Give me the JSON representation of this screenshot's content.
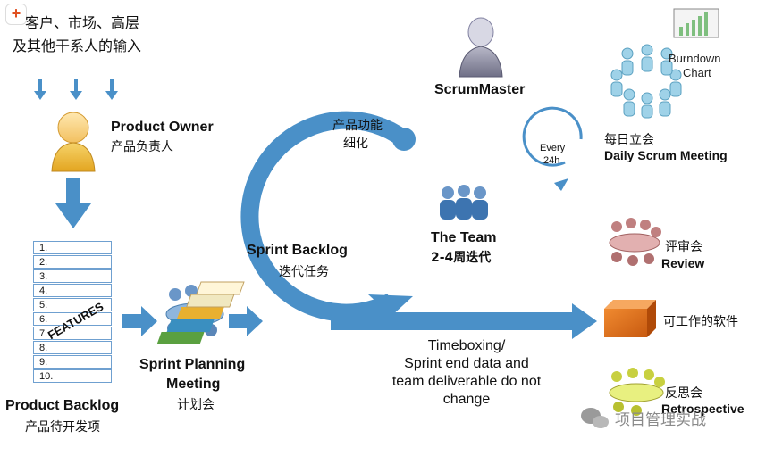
{
  "stakeholders": {
    "line1": "客户、市场、高层",
    "line2": "及其他干系人的输入"
  },
  "product_owner": {
    "title": "Product Owner",
    "subtitle": "产品负责人"
  },
  "product_backlog": {
    "rows": [
      "1.",
      "2.",
      "3.",
      "4.",
      "5.",
      "6.",
      "7.",
      "8.",
      "9.",
      "10."
    ],
    "features_label": "FEATURES",
    "title": "Product  Backlog",
    "subtitle": "产品待开发项"
  },
  "sprint_planning": {
    "line1": "Sprint Planning",
    "line2": "Meeting",
    "subtitle": "计划会"
  },
  "sprint_backlog": {
    "title": "Sprint Backlog",
    "subtitle": "迭代任务"
  },
  "refinement": {
    "line1": "产品功能",
    "line2": "细化"
  },
  "scrum_master": {
    "title": "ScrumMaster"
  },
  "team": {
    "line1": "The Team",
    "line2": "2-4周迭代"
  },
  "daily": {
    "every": "Every",
    "period": "24h",
    "cn": "每日立会",
    "en": "Daily Scrum Meeting"
  },
  "burndown": {
    "line1": "Burndown",
    "line2": "Chart"
  },
  "review": {
    "cn": "评审会",
    "en": "Review"
  },
  "software": {
    "label": "可工作的软件"
  },
  "retro": {
    "cn": "反思会",
    "en": "Retrospective"
  },
  "timeboxing": {
    "line1": "Timeboxing/",
    "line2": "Sprint end data and",
    "line3": "team deliverable do not",
    "line4": "change"
  },
  "watermark": {
    "text": "项目管理实战"
  },
  "colors": {
    "arrow_blue": "#4a90c8",
    "circle_blue": "#4a90c8",
    "box_orange": "#e07020"
  }
}
